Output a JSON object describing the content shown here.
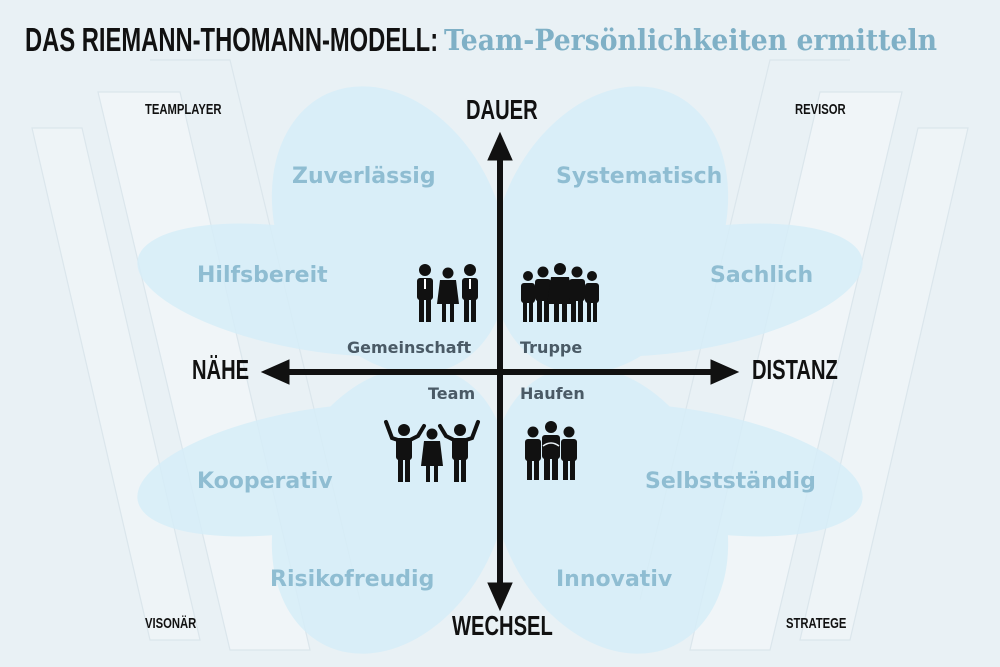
{
  "header": {
    "title_bold": "DAS RIEMANN-THOMANN-MODELL:",
    "title_sub": "Team-Persönlichkeiten ermitteln"
  },
  "corners": {
    "top_left": "TEAMPLAYER",
    "top_right": "REVISOR",
    "bottom_left": "VISONÄR",
    "bottom_right": "STRATEGE"
  },
  "axes": {
    "top": "DAUER",
    "bottom": "WECHSEL",
    "left": "NÄHE",
    "right": "DISTANZ"
  },
  "traits": {
    "top_left_upper": "Zuverlässig",
    "top_left_lower": "Hilfsbereit",
    "top_right_upper": "Systematisch",
    "top_right_lower": "Sachlich",
    "bottom_left_upper": "Kooperativ",
    "bottom_left_lower": "Risikofreudig",
    "bottom_right_upper": "Selbstständig",
    "bottom_right_lower": "Innovativ"
  },
  "groups": {
    "top_left": "Gemeinschaft",
    "top_right": "Truppe",
    "bottom_left": "Team",
    "bottom_right": "Haufen"
  },
  "icons": {
    "top_left": "three-people-icon",
    "top_right": "crowd-people-icon",
    "bottom_left": "cheering-people-icon",
    "bottom_right": "huddled-people-icon"
  },
  "colors": {
    "background": "#e9f1f5",
    "petal": "#d3ecf7",
    "trait_text": "#8fbdd2",
    "subtitle": "#7fb0c6",
    "axis": "#111111",
    "group_text": "#4a5a66"
  }
}
